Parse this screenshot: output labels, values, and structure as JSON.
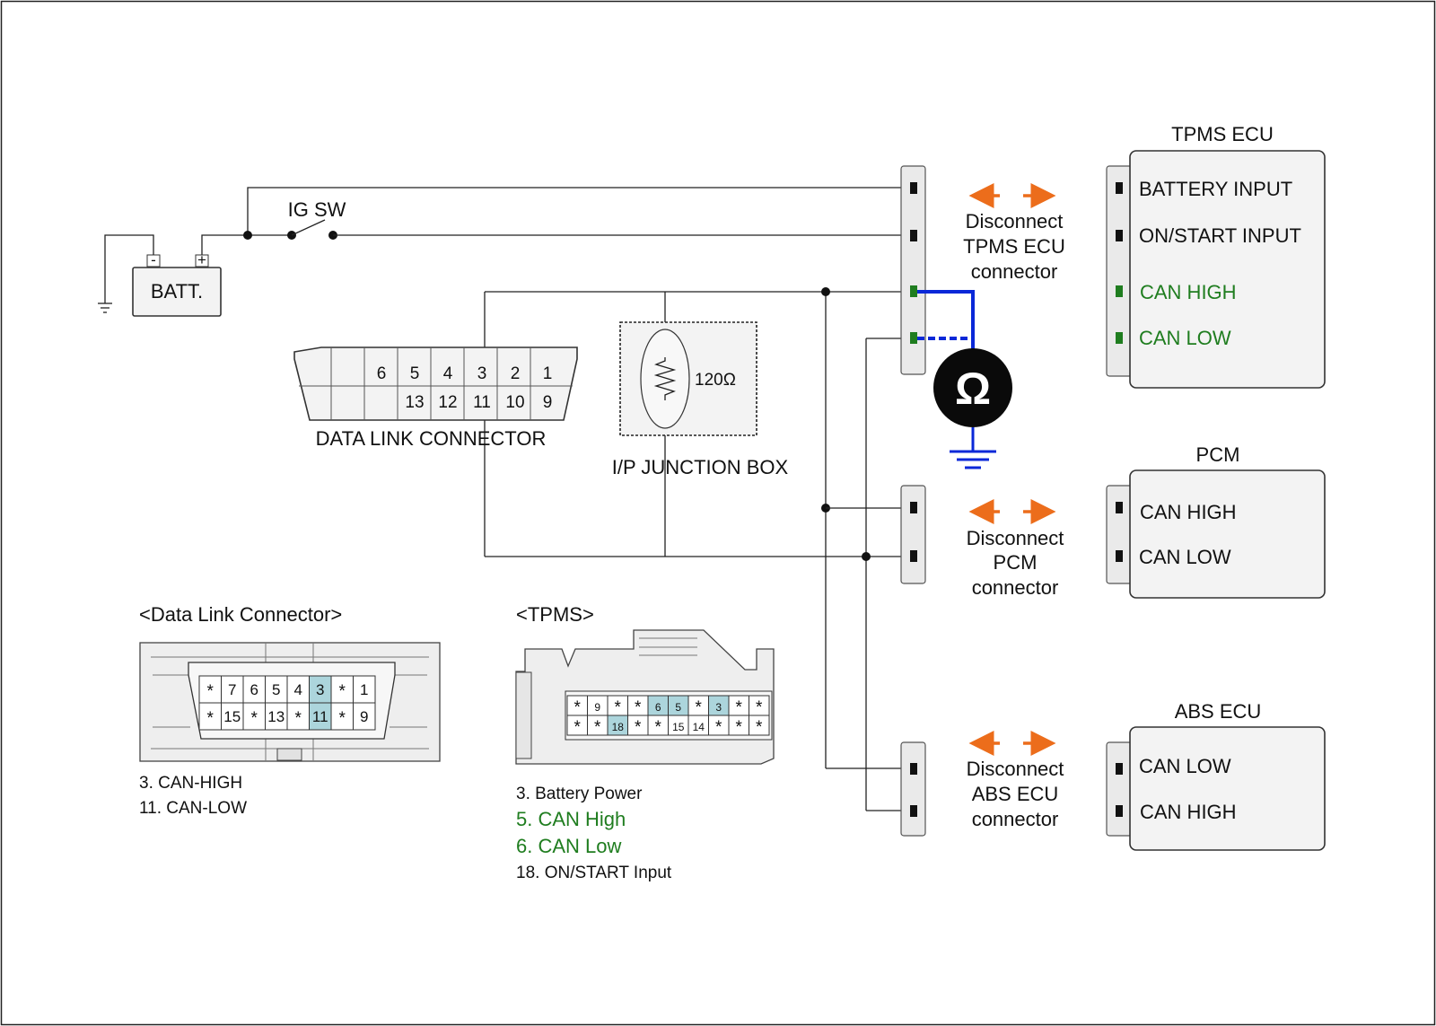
{
  "colors": {
    "can_green": "#1f7d1f",
    "measure_blue": "#0a28d8",
    "arrow_orange": "#ec6d1b",
    "pin_highlight": "#acd5dc"
  },
  "battery": {
    "label": "BATT.",
    "neg": "-",
    "pos": "+"
  },
  "ig_switch": {
    "label": "IG SW"
  },
  "dlc": {
    "top_pins": [
      "6",
      "5",
      "4",
      "3",
      "2",
      "1"
    ],
    "bottom_pins": [
      "13",
      "12",
      "11",
      "10",
      "9"
    ],
    "caption": "DATA LINK CONNECTOR"
  },
  "junction_box": {
    "resistance": "120Ω",
    "caption": "I/P JUNCTION BOX"
  },
  "ohmmeter": {
    "symbol": "Ω"
  },
  "modules": [
    {
      "title": "TPMS ECU",
      "pins": [
        "BATTERY INPUT",
        "ON/START INPUT",
        "CAN HIGH",
        "CAN LOW"
      ],
      "disconnect": [
        "Disconnect",
        "TPMS ECU",
        "connector"
      ]
    },
    {
      "title": "PCM",
      "pins": [
        "CAN HIGH",
        "CAN LOW"
      ],
      "disconnect": [
        "Disconnect",
        "PCM",
        "connector"
      ]
    },
    {
      "title": "ABS ECU",
      "pins": [
        "CAN LOW",
        "CAN HIGH"
      ],
      "disconnect": [
        "Disconnect",
        "ABS ECU",
        "connector"
      ]
    }
  ],
  "dlc_detail": {
    "title": "<Data Link Connector>",
    "top_row": [
      "*",
      "7",
      "6",
      "5",
      "4",
      "3",
      "*",
      "1"
    ],
    "bottom_row": [
      "*",
      "15",
      "*",
      "13",
      "*",
      "11",
      "*",
      "9"
    ],
    "legend": [
      "3. CAN-HIGH",
      "11. CAN-LOW"
    ]
  },
  "tpms_detail": {
    "title": "<TPMS>",
    "top_row": [
      "*",
      "9",
      "*",
      "*",
      "6",
      "5",
      "*",
      "3",
      "*",
      "*"
    ],
    "bottom_row": [
      "*",
      "*",
      "18",
      "*",
      "*",
      "15",
      "14",
      "*",
      "*",
      "*"
    ],
    "legend": [
      "3. Battery Power",
      "5. CAN High",
      "6. CAN Low",
      "18. ON/START Input"
    ]
  }
}
